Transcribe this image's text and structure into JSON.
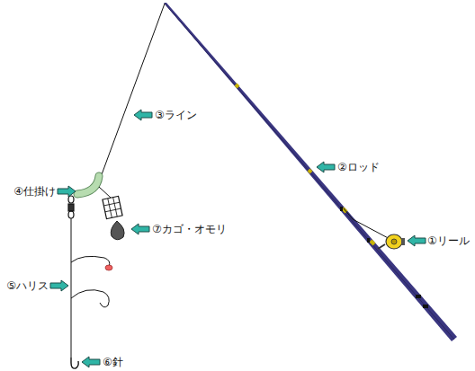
{
  "diagram": {
    "labels": [
      "③ライン",
      "②ロッド",
      "④仕掛け",
      "⑦カゴ・オモリ",
      "①リール",
      "⑤ハリス",
      "⑥針"
    ]
  }
}
